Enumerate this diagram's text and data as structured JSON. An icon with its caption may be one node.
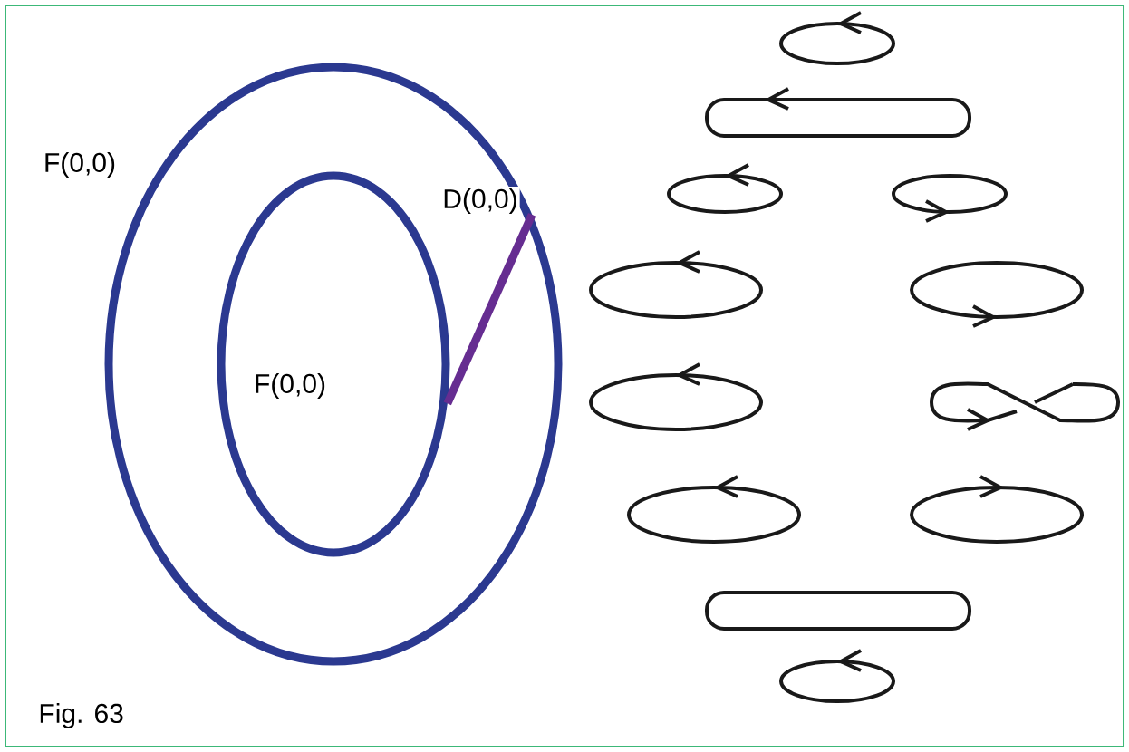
{
  "diagram": {
    "caption": "Fig. 63",
    "nodes": [
      {
        "text": [
          "F(0,0)"
        ]
      },
      {
        "text": [
          "F(0,0)"
        ],
        "in": 0
      }
    ],
    "edges": [
      {
        "from": 1,
        "to": 0,
        "arrow": "none",
        "label": "D(0,0)",
        "color": "#662d91"
      }
    ]
  }
}
